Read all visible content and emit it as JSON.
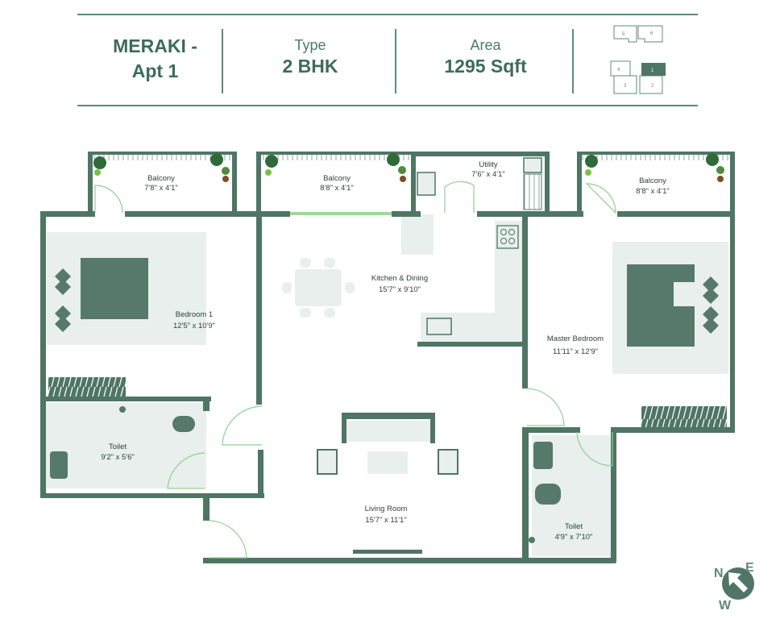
{
  "header": {
    "project_line1": "MERAKI -",
    "project_line2": "Apt 1",
    "type_label": "Type",
    "type_value": "2 BHK",
    "area_label": "Area",
    "area_value": "1295 Sqft"
  },
  "key_plan": {
    "units": [
      "5",
      "6",
      "4",
      "1",
      "3",
      "2"
    ],
    "highlighted_unit": "1"
  },
  "rooms": {
    "balcony_1": {
      "name": "Balcony",
      "size": "7'8\" x 4'1\""
    },
    "balcony_2": {
      "name": "Balcony",
      "size": "8'8\" x 4'1\""
    },
    "utility": {
      "name": "Utility",
      "size": "7'6\" x 4'1\""
    },
    "balcony_3": {
      "name": "Balcony",
      "size": "8'8\" x 4'1\""
    },
    "bedroom_1": {
      "name": "Bedroom 1",
      "size": "12'5\" x 10'9\""
    },
    "kitchen": {
      "name": "Kitchen & Dining",
      "size": "15'7\" x 9'10\""
    },
    "master_bedroom": {
      "name": "Master Bedroom",
      "size": "11'11\" x 12'9\""
    },
    "toilet_1": {
      "name": "Toilet",
      "size": "9'2\" x 5'6\""
    },
    "living_room": {
      "name": "Living Room",
      "size": "15'7\" x 11'1\""
    },
    "toilet_2": {
      "name": "Toilet",
      "size": "4'9\" x 7'10\""
    }
  },
  "compass": {
    "n": "N",
    "e": "E",
    "w": "W"
  },
  "colors": {
    "wall": "#4f7565",
    "furniture_dark": "#57796b",
    "floor_light": "#e8efec",
    "text_green": "#3d6b5c",
    "window_green": "#9fd89a"
  }
}
